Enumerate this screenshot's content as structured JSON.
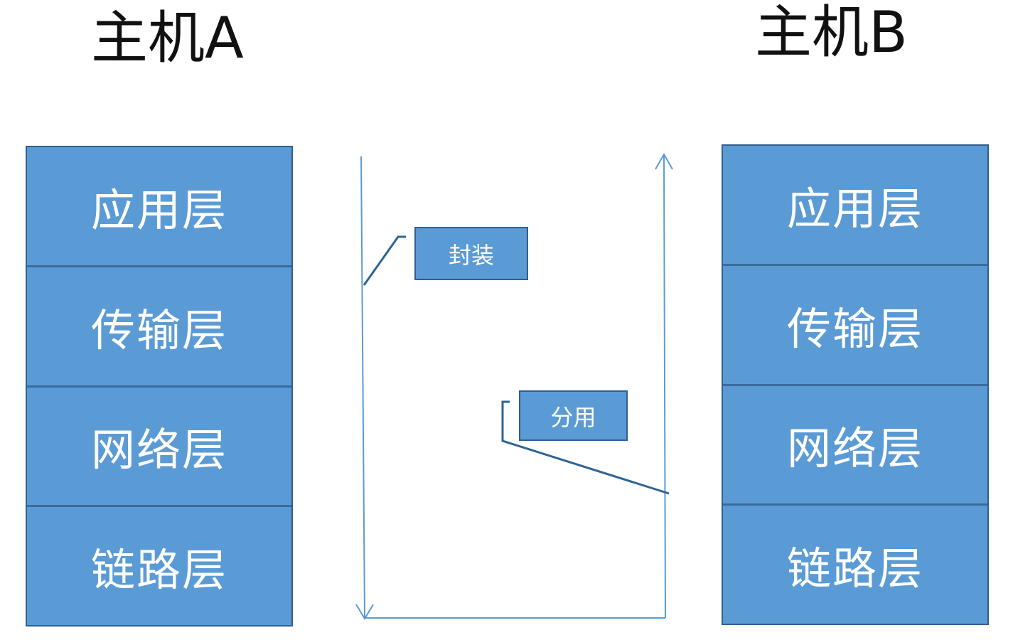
{
  "host_a": {
    "title": "主机A",
    "layers": [
      "应用层",
      "传输层",
      "网络层",
      "链路层"
    ]
  },
  "host_b": {
    "title": "主机B",
    "layers": [
      "应用层",
      "传输层",
      "网络层",
      "链路层"
    ]
  },
  "callouts": {
    "encapsulation": "封装",
    "demultiplexing": "分用"
  },
  "colors": {
    "layer_fill": "#5b9bd5",
    "layer_border": "#2f5f8f",
    "arrow": "#5b9bd5",
    "callout_line": "#2f6494"
  }
}
